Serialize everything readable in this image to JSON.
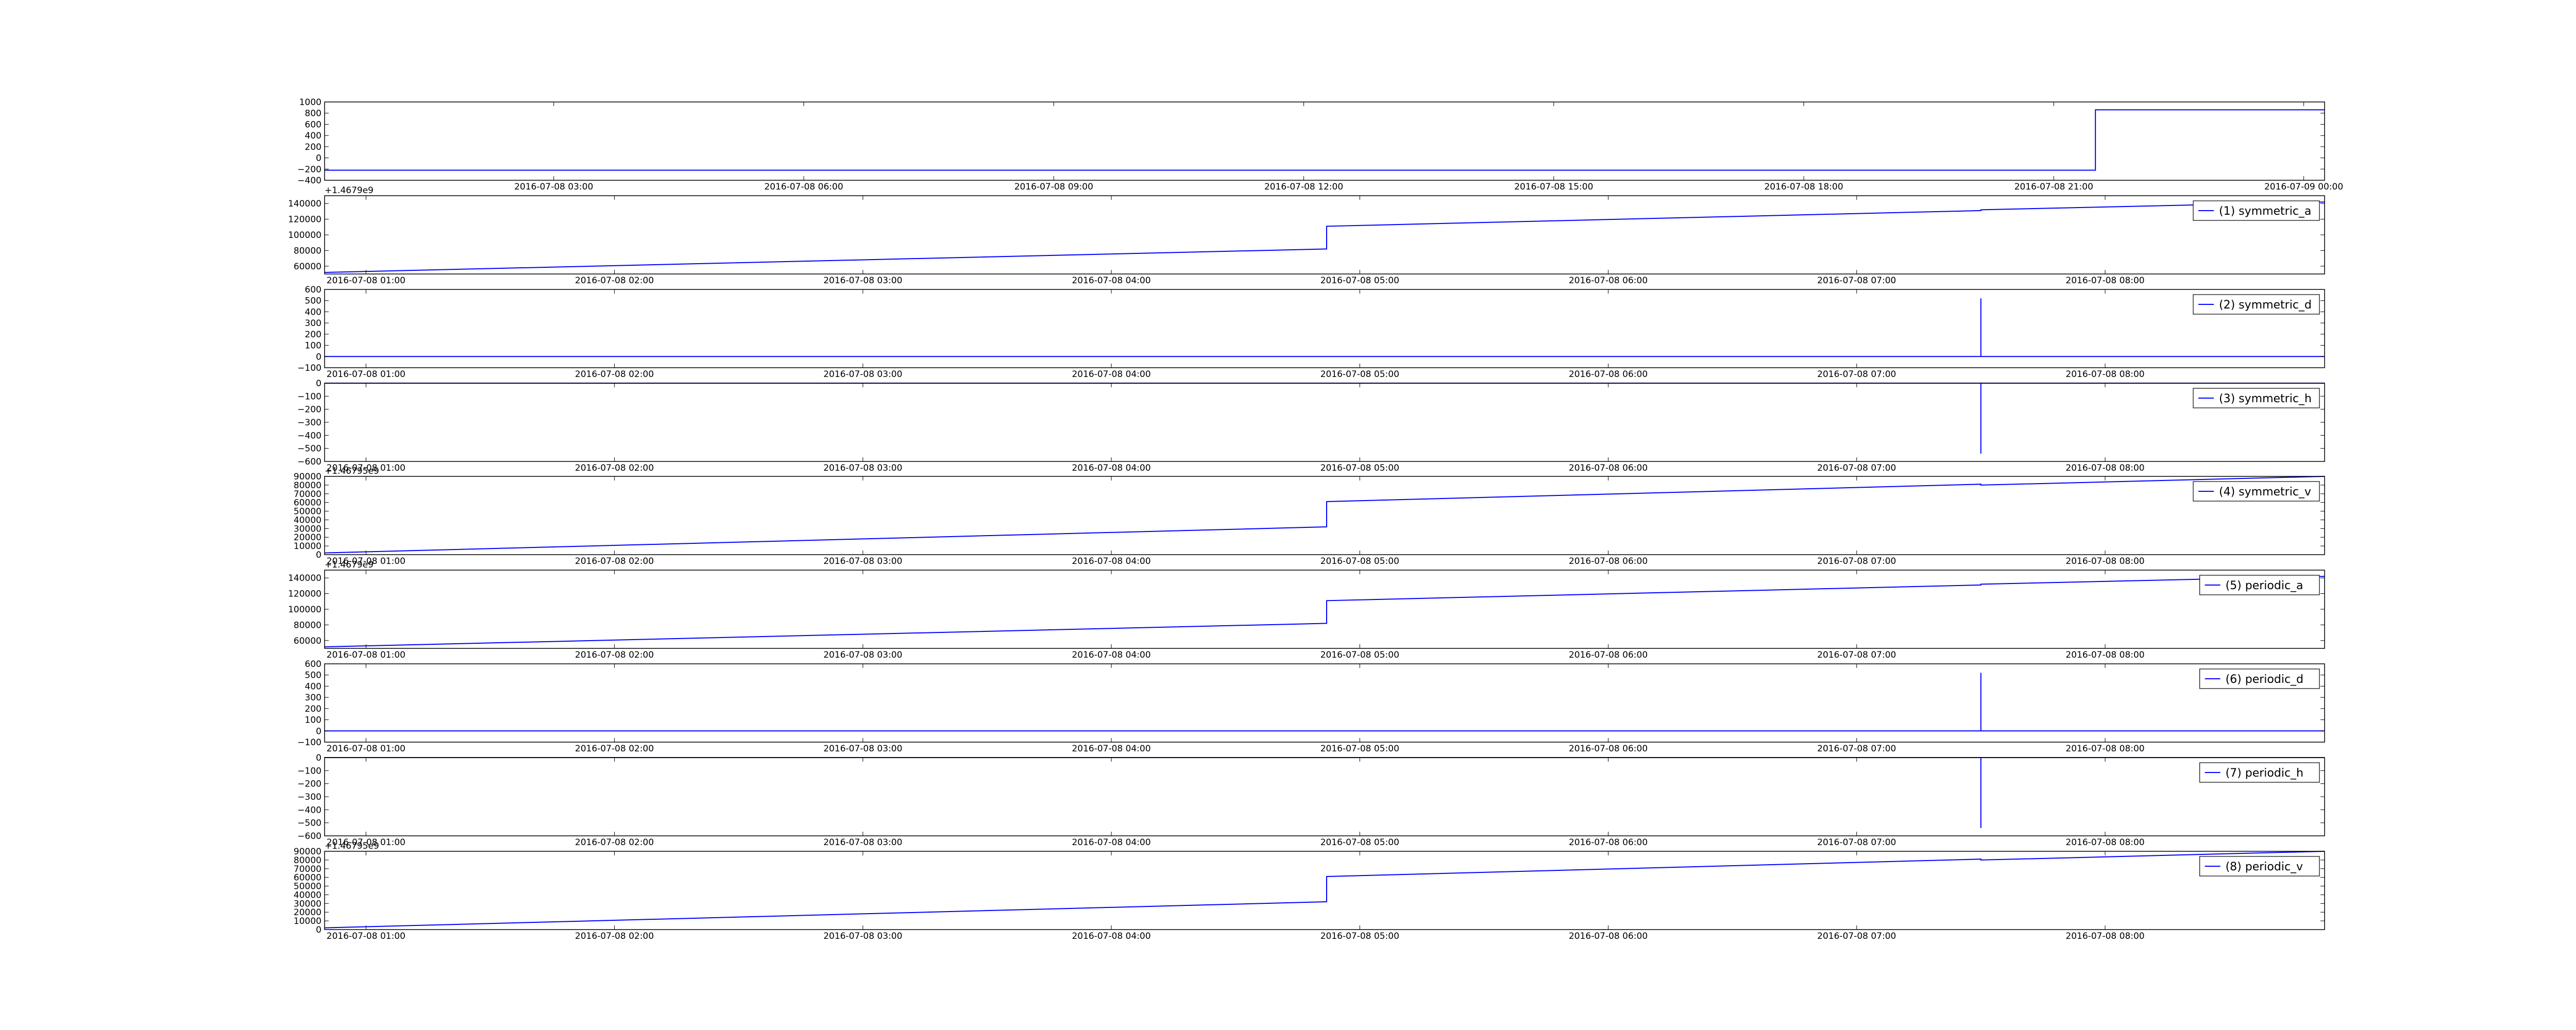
{
  "figure": {
    "background": "#ffffff",
    "line_color": "#0000ff"
  },
  "chart_data": [
    {
      "type": "line",
      "title": "",
      "xlabel": "",
      "ylabel": "",
      "offset_text": "",
      "legend": null,
      "xlim": [
        "2016-07-08 00:15",
        "2016-07-09 00:15"
      ],
      "x_ticks": [
        "2016-07-08 03:00",
        "2016-07-08 06:00",
        "2016-07-08 09:00",
        "2016-07-08 12:00",
        "2016-07-08 15:00",
        "2016-07-08 18:00",
        "2016-07-08 21:00",
        "2016-07-09 00:00"
      ],
      "ylim": [
        -400,
        1000
      ],
      "y_ticks": [
        1000,
        800,
        600,
        400,
        200,
        0,
        -200,
        -400
      ],
      "y_tick_labels": [
        "1000",
        "800",
        "600",
        "400",
        "200",
        "0",
        "−200",
        "−400"
      ],
      "grid": false,
      "series": [
        {
          "x": [
            "2016-07-08 00:15",
            "2016-07-08 21:30",
            "2016-07-08 21:30",
            "2016-07-09 00:15"
          ],
          "y": [
            -220,
            -220,
            860,
            860
          ]
        }
      ]
    },
    {
      "type": "line",
      "title": "",
      "xlabel": "",
      "ylabel": "",
      "offset_text": "+1.4679e9",
      "legend": {
        "label": "(1) symmetric_a",
        "position": "upper right"
      },
      "xlim": [
        "2016-07-08 00:50",
        "2016-07-08 08:53"
      ],
      "x_ticks": [
        "2016-07-08 01:00",
        "2016-07-08 02:00",
        "2016-07-08 03:00",
        "2016-07-08 04:00",
        "2016-07-08 05:00",
        "2016-07-08 06:00",
        "2016-07-08 07:00",
        "2016-07-08 08:00"
      ],
      "ylim": [
        50000,
        150000
      ],
      "y_ticks": [
        140000,
        120000,
        100000,
        80000,
        60000
      ],
      "y_tick_labels": [
        "140000",
        "120000",
        "100000",
        "80000",
        "60000"
      ],
      "grid": false,
      "series": [
        {
          "name": "(1) symmetric_a",
          "x": [
            "2016-07-08 00:50",
            "2016-07-08 04:52",
            "2016-07-08 04:52",
            "2016-07-08 07:30",
            "2016-07-08 07:30",
            "2016-07-08 08:53"
          ],
          "y": [
            52000,
            82000,
            111000,
            131000,
            132000,
            142000
          ]
        }
      ]
    },
    {
      "type": "line",
      "title": "",
      "xlabel": "",
      "ylabel": "",
      "offset_text": "",
      "legend": {
        "label": "(2) symmetric_d",
        "position": "upper right"
      },
      "xlim": [
        "2016-07-08 00:50",
        "2016-07-08 08:53"
      ],
      "x_ticks": [
        "2016-07-08 01:00",
        "2016-07-08 02:00",
        "2016-07-08 03:00",
        "2016-07-08 04:00",
        "2016-07-08 05:00",
        "2016-07-08 06:00",
        "2016-07-08 07:00",
        "2016-07-08 08:00"
      ],
      "ylim": [
        -100,
        600
      ],
      "y_ticks": [
        600,
        500,
        400,
        300,
        200,
        100,
        0,
        -100
      ],
      "y_tick_labels": [
        "600",
        "500",
        "400",
        "300",
        "200",
        "100",
        "0",
        "−100"
      ],
      "grid": false,
      "series": [
        {
          "name": "(2) symmetric_d",
          "x": [
            "2016-07-08 00:50",
            "2016-07-08 07:30",
            "2016-07-08 07:30",
            "2016-07-08 07:30",
            "2016-07-08 08:53"
          ],
          "y": [
            0,
            0,
            520,
            0,
            0
          ]
        }
      ]
    },
    {
      "type": "line",
      "title": "",
      "xlabel": "",
      "ylabel": "",
      "offset_text": "",
      "legend": {
        "label": "(3) symmetric_h",
        "position": "upper right"
      },
      "xlim": [
        "2016-07-08 00:50",
        "2016-07-08 08:53"
      ],
      "x_ticks": [
        "2016-07-08 01:00",
        "2016-07-08 02:00",
        "2016-07-08 03:00",
        "2016-07-08 04:00",
        "2016-07-08 05:00",
        "2016-07-08 06:00",
        "2016-07-08 07:00",
        "2016-07-08 08:00"
      ],
      "ylim": [
        -600,
        0
      ],
      "y_ticks": [
        0,
        -100,
        -200,
        -300,
        -400,
        -500,
        -600
      ],
      "y_tick_labels": [
        "0",
        "−100",
        "−200",
        "−300",
        "−400",
        "−500",
        "−600"
      ],
      "grid": false,
      "series": [
        {
          "name": "(3) symmetric_h",
          "x": [
            "2016-07-08 00:50",
            "2016-07-08 07:30",
            "2016-07-08 07:30",
            "2016-07-08 07:30",
            "2016-07-08 08:53"
          ],
          "y": [
            0,
            0,
            -540,
            0,
            0
          ]
        }
      ]
    },
    {
      "type": "line",
      "title": "",
      "xlabel": "",
      "ylabel": "",
      "offset_text": "+1.46795e9",
      "legend": {
        "label": "(4) symmetric_v",
        "position": "upper right"
      },
      "xlim": [
        "2016-07-08 00:50",
        "2016-07-08 08:53"
      ],
      "x_ticks": [
        "2016-07-08 01:00",
        "2016-07-08 02:00",
        "2016-07-08 03:00",
        "2016-07-08 04:00",
        "2016-07-08 05:00",
        "2016-07-08 06:00",
        "2016-07-08 07:00",
        "2016-07-08 08:00"
      ],
      "ylim": [
        0,
        90000
      ],
      "y_ticks": [
        90000,
        80000,
        70000,
        60000,
        50000,
        40000,
        30000,
        20000,
        10000,
        0
      ],
      "y_tick_labels": [
        "90000",
        "80000",
        "70000",
        "60000",
        "50000",
        "40000",
        "30000",
        "20000",
        "10000",
        "0"
      ],
      "grid": false,
      "series": [
        {
          "name": "(4) symmetric_v",
          "x": [
            "2016-07-08 00:50",
            "2016-07-08 04:52",
            "2016-07-08 04:52",
            "2016-07-08 07:30",
            "2016-07-08 07:30",
            "2016-07-08 08:53"
          ],
          "y": [
            2000,
            32000,
            61000,
            81000,
            80000,
            90000
          ]
        }
      ]
    },
    {
      "type": "line",
      "title": "",
      "xlabel": "",
      "ylabel": "",
      "offset_text": "+1.4679e9",
      "legend": {
        "label": "(5) periodic_a",
        "position": "upper right"
      },
      "xlim": [
        "2016-07-08 00:50",
        "2016-07-08 08:53"
      ],
      "x_ticks": [
        "2016-07-08 01:00",
        "2016-07-08 02:00",
        "2016-07-08 03:00",
        "2016-07-08 04:00",
        "2016-07-08 05:00",
        "2016-07-08 06:00",
        "2016-07-08 07:00",
        "2016-07-08 08:00"
      ],
      "ylim": [
        50000,
        150000
      ],
      "y_ticks": [
        140000,
        120000,
        100000,
        80000,
        60000
      ],
      "y_tick_labels": [
        "140000",
        "120000",
        "100000",
        "80000",
        "60000"
      ],
      "grid": false,
      "series": [
        {
          "name": "(5) periodic_a",
          "x": [
            "2016-07-08 00:50",
            "2016-07-08 04:52",
            "2016-07-08 04:52",
            "2016-07-08 07:30",
            "2016-07-08 07:30",
            "2016-07-08 08:53"
          ],
          "y": [
            52000,
            82000,
            111000,
            131000,
            132000,
            142000
          ]
        }
      ]
    },
    {
      "type": "line",
      "title": "",
      "xlabel": "",
      "ylabel": "",
      "offset_text": "",
      "legend": {
        "label": "(6) periodic_d",
        "position": "upper right"
      },
      "xlim": [
        "2016-07-08 00:50",
        "2016-07-08 08:53"
      ],
      "x_ticks": [
        "2016-07-08 01:00",
        "2016-07-08 02:00",
        "2016-07-08 03:00",
        "2016-07-08 04:00",
        "2016-07-08 05:00",
        "2016-07-08 06:00",
        "2016-07-08 07:00",
        "2016-07-08 08:00"
      ],
      "ylim": [
        -100,
        600
      ],
      "y_ticks": [
        600,
        500,
        400,
        300,
        200,
        100,
        0,
        -100
      ],
      "y_tick_labels": [
        "600",
        "500",
        "400",
        "300",
        "200",
        "100",
        "0",
        "−100"
      ],
      "grid": false,
      "series": [
        {
          "name": "(6) periodic_d",
          "x": [
            "2016-07-08 00:50",
            "2016-07-08 07:30",
            "2016-07-08 07:30",
            "2016-07-08 07:30",
            "2016-07-08 08:53"
          ],
          "y": [
            0,
            0,
            520,
            0,
            0
          ]
        }
      ]
    },
    {
      "type": "line",
      "title": "",
      "xlabel": "",
      "ylabel": "",
      "offset_text": "",
      "legend": {
        "label": "(7) periodic_h",
        "position": "upper right"
      },
      "xlim": [
        "2016-07-08 00:50",
        "2016-07-08 08:53"
      ],
      "x_ticks": [
        "2016-07-08 01:00",
        "2016-07-08 02:00",
        "2016-07-08 03:00",
        "2016-07-08 04:00",
        "2016-07-08 05:00",
        "2016-07-08 06:00",
        "2016-07-08 07:00",
        "2016-07-08 08:00"
      ],
      "ylim": [
        -600,
        0
      ],
      "y_ticks": [
        0,
        -100,
        -200,
        -300,
        -400,
        -500,
        -600
      ],
      "y_tick_labels": [
        "0",
        "−100",
        "−200",
        "−300",
        "−400",
        "−500",
        "−600"
      ],
      "grid": false,
      "series": [
        {
          "name": "(7) periodic_h",
          "x": [
            "2016-07-08 00:50",
            "2016-07-08 07:30",
            "2016-07-08 07:30",
            "2016-07-08 07:30",
            "2016-07-08 08:53"
          ],
          "y": [
            0,
            0,
            -540,
            0,
            0
          ]
        }
      ]
    },
    {
      "type": "line",
      "title": "",
      "xlabel": "",
      "ylabel": "",
      "offset_text": "+1.46795e9",
      "legend": {
        "label": "(8) periodic_v",
        "position": "upper right"
      },
      "xlim": [
        "2016-07-08 00:50",
        "2016-07-08 08:53"
      ],
      "x_ticks": [
        "2016-07-08 01:00",
        "2016-07-08 02:00",
        "2016-07-08 03:00",
        "2016-07-08 04:00",
        "2016-07-08 05:00",
        "2016-07-08 06:00",
        "2016-07-08 07:00",
        "2016-07-08 08:00"
      ],
      "ylim": [
        0,
        90000
      ],
      "y_ticks": [
        90000,
        80000,
        70000,
        60000,
        50000,
        40000,
        30000,
        20000,
        10000,
        0
      ],
      "y_tick_labels": [
        "90000",
        "80000",
        "70000",
        "60000",
        "50000",
        "40000",
        "30000",
        "20000",
        "10000",
        "0"
      ],
      "grid": false,
      "series": [
        {
          "name": "(8) periodic_v",
          "x": [
            "2016-07-08 00:50",
            "2016-07-08 04:52",
            "2016-07-08 04:52",
            "2016-07-08 07:30",
            "2016-07-08 07:30",
            "2016-07-08 08:53"
          ],
          "y": [
            2000,
            32000,
            61000,
            81000,
            80000,
            90000
          ]
        }
      ]
    }
  ]
}
